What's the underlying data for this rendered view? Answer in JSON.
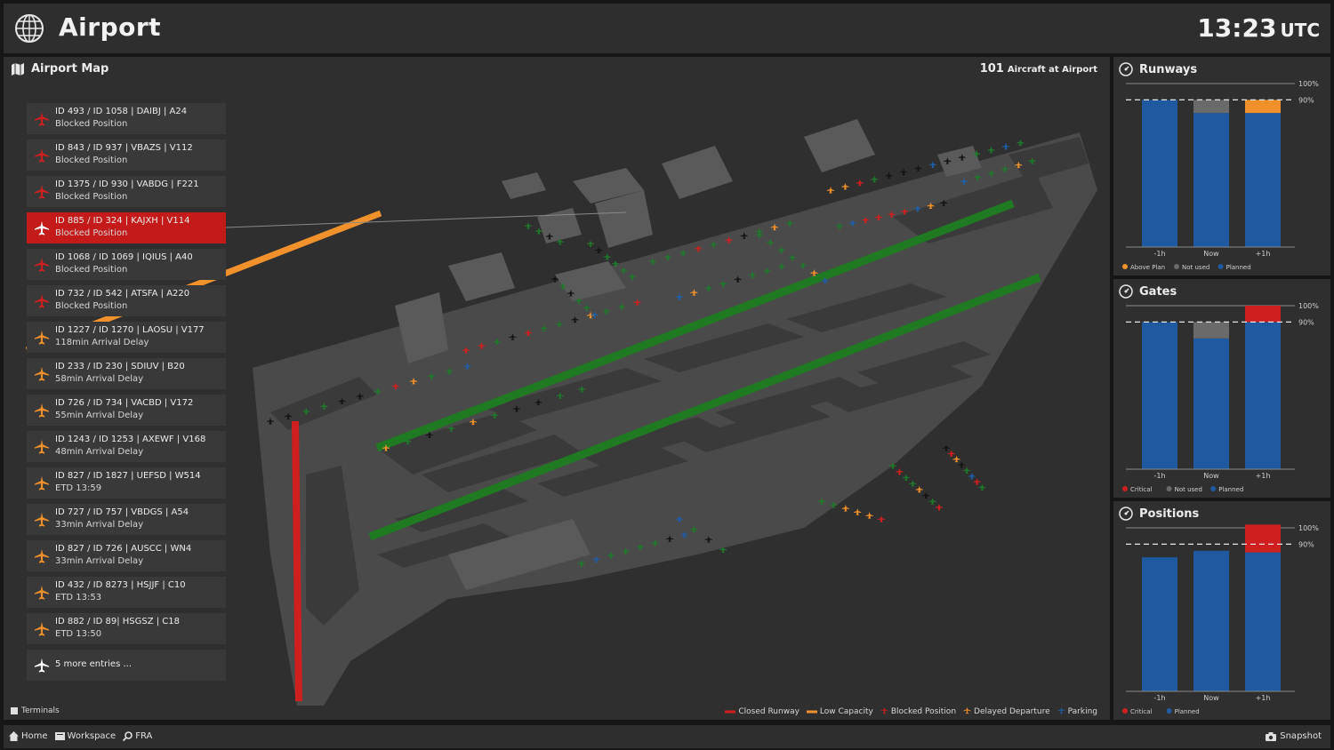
{
  "header": {
    "title": "Airport",
    "time": "13:23",
    "timezone": "UTC"
  },
  "map": {
    "title": "Airport Map",
    "aircraft_count": "101",
    "aircraft_label": "Aircraft at Airport",
    "terminals_label": "Terminals",
    "legend": [
      {
        "label": "Closed Runway",
        "color": "#d01f1f"
      },
      {
        "label": "Low Capacity",
        "color": "#f0912c"
      },
      {
        "label": "Blocked Position",
        "color": "#d01f1f"
      },
      {
        "label": "Delayed Departure",
        "color": "#f0912c"
      },
      {
        "label": "Parking",
        "color": "#1e5ea8"
      }
    ],
    "alerts": [
      {
        "line1": "ID 493 / ID 1058 | DAIBJ | A24",
        "line2": "Blocked Position",
        "color": "#d01f1f"
      },
      {
        "line1": "ID 843 / ID 937 | VBAZS | V112",
        "line2": "Blocked Position",
        "color": "#d01f1f"
      },
      {
        "line1": "ID 1375 / ID 930 | VABDG | F221",
        "line2": "Blocked Position",
        "color": "#d01f1f"
      },
      {
        "line1": "ID 885 / ID 324 | KAJXH | V114",
        "line2": "Blocked Position",
        "color": "#ffffff",
        "selected": true
      },
      {
        "line1": "ID 1068 / ID 1069 | IQIUS | A40",
        "line2": "Blocked Position",
        "color": "#d01f1f"
      },
      {
        "line1": "ID 732 / ID 542 | ATSFA | A220",
        "line2": "Blocked Position",
        "color": "#d01f1f"
      },
      {
        "line1": "ID 1227 / ID 1270 | LAOSU | V177",
        "line2": "118min Arrival Delay",
        "color": "#f0912c"
      },
      {
        "line1": "ID 233 / ID 230 | SDIUV | B20",
        "line2": "58min Arrival Delay",
        "color": "#f0912c"
      },
      {
        "line1": "ID 726 / ID 734 | VACBD | V172",
        "line2": "55min Arrival Delay",
        "color": "#f0912c"
      },
      {
        "line1": "ID 1243 / ID 1253 | AXEWF | V168",
        "line2": "48min Arrival Delay",
        "color": "#f0912c"
      },
      {
        "line1": "ID 827 / ID 1827 | UEFSD | W514",
        "line2": "ETD 13:59",
        "color": "#f0912c"
      },
      {
        "line1": "ID 727 / ID 757 | VBDGS | A54",
        "line2": "33min Arrival Delay",
        "color": "#f0912c"
      },
      {
        "line1": "ID 827 / ID 726 | AUSCC | WN4",
        "line2": "33min Arrival Delay",
        "color": "#f0912c"
      },
      {
        "line1": "ID 432 / ID 8273 | HSJJF | C10",
        "line2": "ETD 13:53",
        "color": "#f0912c"
      },
      {
        "line1": "ID 882 / ID 89| HSGSZ | C18",
        "line2": "ETD 13:50",
        "color": "#f0912c"
      }
    ],
    "more_entries": "5 more entries ..."
  },
  "chart_data": [
    {
      "type": "bar",
      "title": "Runways",
      "categories": [
        "-1h",
        "Now",
        "+1h"
      ],
      "ylim": [
        0,
        100
      ],
      "threshold": 90,
      "threshold_label": "90%",
      "max_label": "100%",
      "series": [
        {
          "name": "Planned",
          "color": "#1f5aa0",
          "values": [
            90,
            82,
            82
          ]
        },
        {
          "name": "Not used",
          "color": "#6a6a6a",
          "values": [
            0,
            8,
            0
          ]
        },
        {
          "name": "Above Plan",
          "color": "#f0912c",
          "values": [
            0,
            0,
            8
          ]
        }
      ],
      "legend": [
        {
          "name": "Above Plan",
          "color": "#f0912c"
        },
        {
          "name": "Not used",
          "color": "#6a6a6a"
        },
        {
          "name": "Planned",
          "color": "#1f5aa0"
        }
      ]
    },
    {
      "type": "bar",
      "title": "Gates",
      "categories": [
        "-1h",
        "Now",
        "+1h"
      ],
      "ylim": [
        0,
        100
      ],
      "threshold": 90,
      "threshold_label": "90%",
      "max_label": "100%",
      "series": [
        {
          "name": "Planned",
          "color": "#1f5aa0",
          "values": [
            90,
            80,
            90
          ]
        },
        {
          "name": "Not used",
          "color": "#6a6a6a",
          "values": [
            0,
            10,
            0
          ]
        },
        {
          "name": "Critical",
          "color": "#d01f1f",
          "values": [
            0,
            0,
            10
          ]
        }
      ],
      "legend": [
        {
          "name": "Critical",
          "color": "#d01f1f"
        },
        {
          "name": "Not used",
          "color": "#6a6a6a"
        },
        {
          "name": "Planned",
          "color": "#1f5aa0"
        }
      ]
    },
    {
      "type": "bar",
      "title": "Positions",
      "categories": [
        "-1h",
        "Now",
        "+1h"
      ],
      "ylim": [
        0,
        100
      ],
      "threshold": 90,
      "threshold_label": "90%",
      "max_label": "100%",
      "series": [
        {
          "name": "Planned",
          "color": "#1f5aa0",
          "values": [
            82,
            86,
            85
          ]
        },
        {
          "name": "Critical",
          "color": "#d01f1f",
          "values": [
            0,
            0,
            17
          ]
        }
      ],
      "legend": [
        {
          "name": "Critical",
          "color": "#d01f1f"
        },
        {
          "name": "Planned",
          "color": "#1f5aa0"
        }
      ]
    }
  ],
  "bottom_bar": {
    "nav": [
      {
        "label": "Home",
        "icon": "home-icon"
      },
      {
        "label": "Workspace",
        "icon": "workspace-icon"
      },
      {
        "label": "FRA",
        "icon": "search-icon"
      }
    ],
    "snapshot": "Snapshot"
  }
}
